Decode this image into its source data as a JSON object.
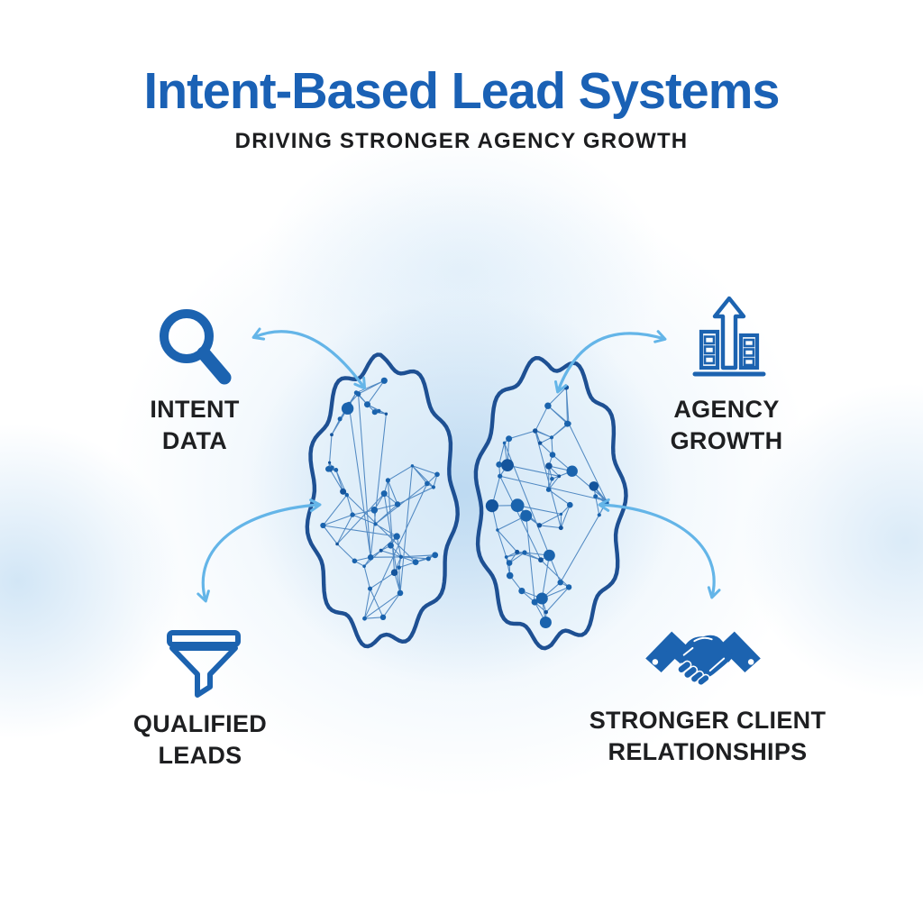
{
  "header": {
    "title": "Intent-Based Lead Systems",
    "subtitle": "DRIVING STRONGER AGENCY GROWTH"
  },
  "center": {
    "name": "neural-network-brain",
    "icon": "brain-network-icon"
  },
  "items": [
    {
      "id": "intent-data",
      "icon": "magnifier-icon",
      "lines": [
        "INTENT",
        "DATA"
      ]
    },
    {
      "id": "agency-growth",
      "icon": "growth-chart-icon",
      "lines": [
        "AGENCY",
        "GROWTH"
      ]
    },
    {
      "id": "qualified-leads",
      "icon": "funnel-icon",
      "lines": [
        "QUALIFIED",
        "LEADS"
      ]
    },
    {
      "id": "stronger-client-relationships",
      "icon": "handshake-icon",
      "lines": [
        "STRONGER CLIENT",
        "RELATIONSHIPS"
      ]
    }
  ],
  "colors": {
    "title_blue": "#1a61b5",
    "subtitle_dark": "#1c1d1f",
    "label_dark": "#1e1f21",
    "icon_blue": "#1c63b0",
    "arrow_blue": "#64b5e8",
    "brain_outline": "#1e5093",
    "network_blue": "#1a63ad"
  }
}
